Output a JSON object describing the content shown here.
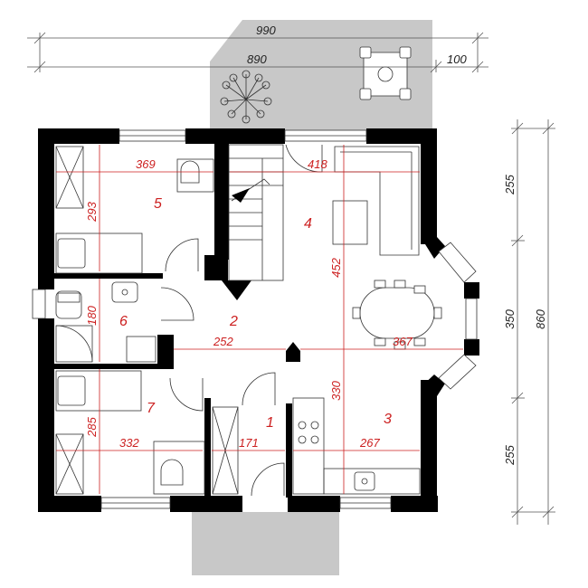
{
  "plan": {
    "top_dims": {
      "overall": "990",
      "main": "890",
      "offset": "100"
    },
    "right_dims": {
      "top": "255",
      "middle": "350",
      "bottom": "255",
      "total": "860"
    },
    "inner_dims": {
      "room5_width": "369",
      "room5_depth": "293",
      "room4_width": "418",
      "room4_depth": "452",
      "room6_depth": "180",
      "room2_width": "252",
      "dining_width": "367",
      "room3_depth": "330",
      "room7_depth": "285",
      "room7_width": "332",
      "room1_width": "171",
      "room3_width": "267"
    },
    "rooms": {
      "r1": "1",
      "r2": "2",
      "r3": "3",
      "r4": "4",
      "r5": "5",
      "r6": "6",
      "r7": "7"
    },
    "colors": {
      "walls": "#000000",
      "terrace": "#c8c8c8",
      "dimension_red": "#cc1f1f",
      "dimension_grey": "#555555"
    }
  }
}
